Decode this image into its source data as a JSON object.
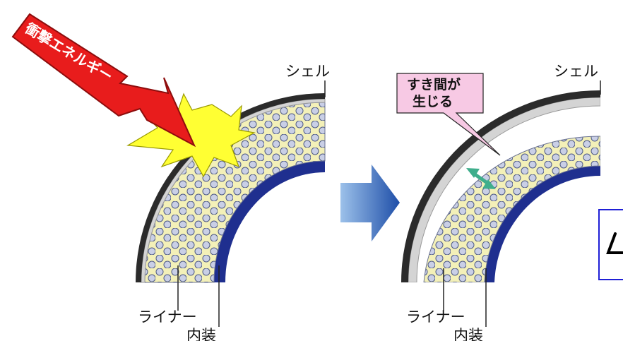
{
  "left_panel": {
    "impact_label": "衝撃エネルギー",
    "shell_label": "シェル",
    "liner_label": "ライナー",
    "interior_label": "内装"
  },
  "right_panel": {
    "gap_callout_line1": "すき間が",
    "gap_callout_line2": "生じる",
    "shell_label": "シェル",
    "liner_label": "ライナー",
    "interior_label": "内装"
  },
  "colors": {
    "shell": "#2b2b2b",
    "shell_inner_band": "#d4d4d4",
    "liner_bead": "#c9cfe6",
    "liner_gap": "#f3f0b8",
    "interior": "#1f2f8f",
    "impact_arrow": "#e81c1c",
    "burst": "#ffff33",
    "transition_arrow": "#2d64b3",
    "gap_arrow": "#3fae8c",
    "callout_fill": "#f7c9e4",
    "partial_box_border": "#1f1fd6"
  },
  "icons": {
    "impact_arrow": "red-impact-arrow",
    "burst": "yellow-impact-burst",
    "transition_arrow": "blue-right-arrow",
    "gap_arrow": "double-headed-gap-arrow"
  }
}
